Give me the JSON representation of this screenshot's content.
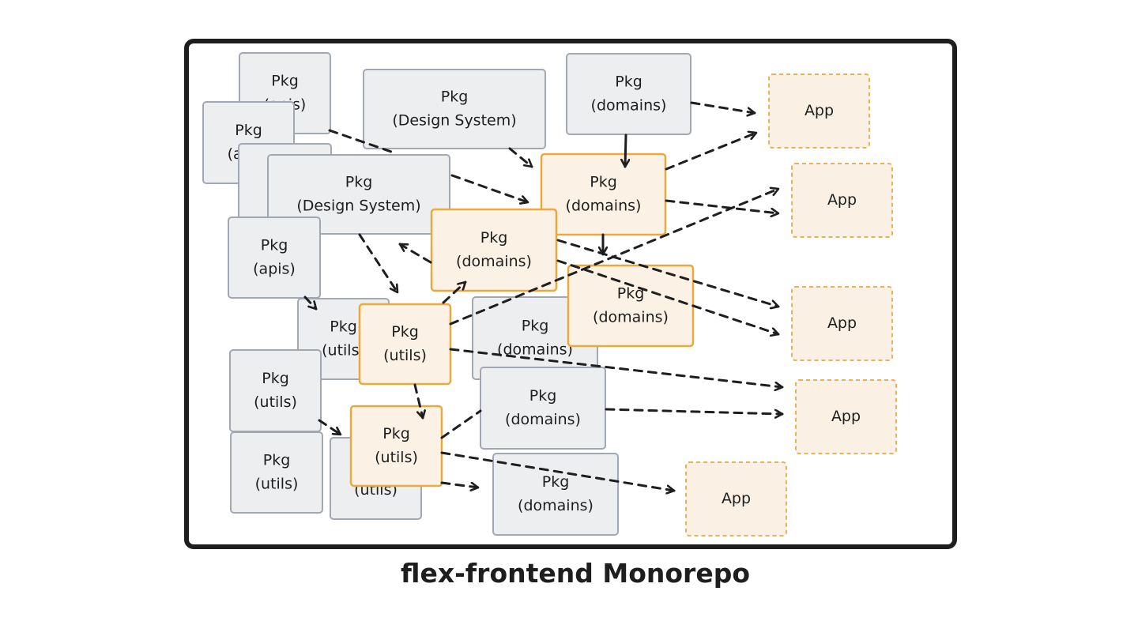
{
  "diagram": {
    "title": "flex-frontend Monorepo",
    "colors": {
      "frame": "#1e1e1e",
      "pkg_fill": "#eceef0",
      "pkg_stroke": "#a2a8b2",
      "active_fill": "#fbf1e4",
      "active_stroke": "#eaa93e",
      "app_fill": "#faf0e4",
      "app_stroke": "#e8b15d",
      "edge": "#1e1e1e"
    },
    "nodes": [
      {
        "id": "pkg-apis-1",
        "kind": "pkg",
        "lines": [
          "Pkg",
          "(apis)"
        ]
      },
      {
        "id": "pkg-apis-2",
        "kind": "pkg",
        "lines": [
          "Pkg",
          "(apis)"
        ]
      },
      {
        "id": "pkg-hidden-1",
        "kind": "pkg",
        "lines": [
          "(",
          ""
        ]
      },
      {
        "id": "pkg-design-system-1",
        "kind": "pkg",
        "lines": [
          "Pkg",
          "(Design System)"
        ]
      },
      {
        "id": "pkg-domains-1",
        "kind": "pkg",
        "lines": [
          "Pkg",
          "(domains)"
        ]
      },
      {
        "id": "pkg-design-system-2",
        "kind": "pkg",
        "lines": [
          "Pkg",
          "(Design System)"
        ]
      },
      {
        "id": "pkg-apis-3",
        "kind": "pkg",
        "lines": [
          "Pkg",
          "(apis)"
        ]
      },
      {
        "id": "pkg-utils-1",
        "kind": "pkg",
        "lines": [
          "Pkg",
          "(utils)"
        ]
      },
      {
        "id": "pkg-domains-2",
        "kind": "pkg",
        "lines": [
          "Pkg",
          "(domains)"
        ]
      },
      {
        "id": "pkg-utils-2",
        "kind": "pkg",
        "lines": [
          "Pkg",
          "(utils)"
        ]
      },
      {
        "id": "pkg-utils-3",
        "kind": "pkg",
        "lines": [
          "Pkg",
          "(utils)"
        ]
      },
      {
        "id": "pkg-utils-4",
        "kind": "pkg",
        "lines": [
          "Pkg",
          "(utils)"
        ]
      },
      {
        "id": "pkg-domains-3",
        "kind": "pkg",
        "lines": [
          "Pkg",
          "(domains)"
        ]
      },
      {
        "id": "pkg-domains-4",
        "kind": "pkg",
        "lines": [
          "Pkg",
          "(domains)"
        ]
      },
      {
        "id": "pkg-domains-5",
        "kind": "active",
        "lines": [
          "Pkg",
          "(domains)"
        ]
      },
      {
        "id": "pkg-domains-6",
        "kind": "active",
        "lines": [
          "Pkg",
          "(domains)"
        ]
      },
      {
        "id": "pkg-domains-7",
        "kind": "active",
        "lines": [
          "Pkg",
          "(domains)"
        ]
      },
      {
        "id": "pkg-utils-5",
        "kind": "active",
        "lines": [
          "Pkg",
          "(utils)"
        ]
      },
      {
        "id": "pkg-utils-6",
        "kind": "active",
        "lines": [
          "Pkg",
          "(utils)"
        ]
      },
      {
        "id": "app-1",
        "kind": "app",
        "lines": [
          "App"
        ]
      },
      {
        "id": "app-2",
        "kind": "app",
        "lines": [
          "App"
        ]
      },
      {
        "id": "app-3",
        "kind": "app",
        "lines": [
          "App"
        ]
      },
      {
        "id": "app-4",
        "kind": "app",
        "lines": [
          "App"
        ]
      },
      {
        "id": "app-5",
        "kind": "app",
        "lines": [
          "App"
        ]
      }
    ],
    "edges": [
      {
        "from": "pkg-apis-1",
        "to": "pkg-design-system-1",
        "style": "dashed",
        "arrow": false
      },
      {
        "from": "pkg-domains-1",
        "to": "app-1",
        "style": "dashed",
        "arrow": true
      },
      {
        "from": "pkg-domains-1",
        "to": "pkg-domains-5",
        "style": "solid",
        "arrow": true
      },
      {
        "from": "pkg-design-system-1",
        "to": "pkg-domains-5",
        "style": "dashed",
        "arrow": true
      },
      {
        "from": "pkg-design-system-2",
        "to": "pkg-domains-5",
        "style": "dashed",
        "arrow": true
      },
      {
        "from": "pkg-domains-5",
        "to": "app-1",
        "style": "dashed",
        "arrow": true
      },
      {
        "from": "pkg-domains-5",
        "to": "app-2",
        "style": "dashed",
        "arrow": true
      },
      {
        "from": "pkg-domains-5",
        "to": "pkg-domains-7",
        "style": "solid",
        "arrow": true
      },
      {
        "from": "pkg-domains-6",
        "to": "pkg-design-system-2",
        "style": "dashed",
        "arrow": true
      },
      {
        "from": "pkg-domains-6",
        "to": "app-3",
        "style": "dashed",
        "arrow": true
      },
      {
        "from": "pkg-domains-6",
        "to": "app-3",
        "style": "dashed",
        "arrow": true
      },
      {
        "from": "pkg-design-system-2",
        "to": "pkg-utils-5",
        "style": "dashed",
        "arrow": true
      },
      {
        "from": "pkg-apis-3",
        "to": "pkg-utils-1",
        "style": "dashed",
        "arrow": true
      },
      {
        "from": "pkg-utils-5",
        "to": "pkg-domains-6",
        "style": "dashed",
        "arrow": true
      },
      {
        "from": "pkg-utils-5",
        "to": "app-2",
        "style": "dashed",
        "arrow": true
      },
      {
        "from": "pkg-utils-5",
        "to": "app-4",
        "style": "dashed",
        "arrow": true
      },
      {
        "from": "pkg-utils-5",
        "to": "pkg-utils-6",
        "style": "dashed",
        "arrow": true
      },
      {
        "from": "pkg-utils-2",
        "to": "pkg-utils-4",
        "style": "dashed",
        "arrow": true
      },
      {
        "from": "pkg-utils-6",
        "to": "pkg-domains-3",
        "style": "dashed",
        "arrow": false
      },
      {
        "from": "pkg-utils-6",
        "to": "pkg-domains-4",
        "style": "dashed",
        "arrow": true
      },
      {
        "from": "pkg-utils-6",
        "to": "app-5",
        "style": "dashed",
        "arrow": true
      },
      {
        "from": "pkg-domains-3",
        "to": "app-4",
        "style": "dashed",
        "arrow": true
      }
    ]
  }
}
